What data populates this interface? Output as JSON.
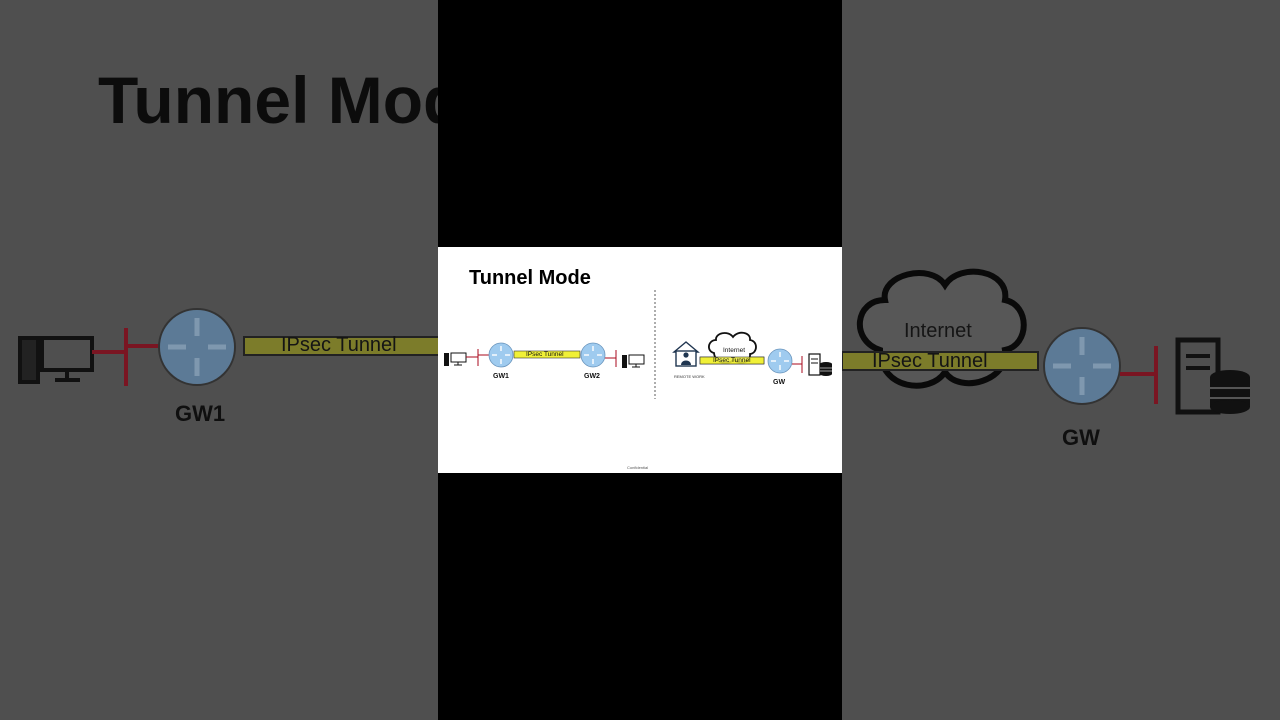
{
  "slide": {
    "title": "Tunnel Mode",
    "left_diagram": {
      "gateway_1_label": "GW1",
      "gateway_2_label": "GW2",
      "tunnel_label": "IPsec Tunnel"
    },
    "right_diagram": {
      "remote_label": "REMOTE WORK",
      "cloud_label": "Internet",
      "tunnel_label": "IPsec Tunnel",
      "gateway_label": "GW"
    },
    "footer": "Confidential"
  },
  "background": {
    "title": "Tunnel Mod",
    "gateway_left_label": "GW1",
    "tunnel_left_label": "IPsec Tunnel",
    "cloud_label": "Internet",
    "tunnel_right_label": "IPsec Tunnel",
    "gateway_right_label": "GW"
  },
  "colors": {
    "tunnel": "#f0f037",
    "router": "#9fcbef",
    "link": "#a80a1e",
    "background": "#4f4f4f",
    "slide": "#ffffff"
  }
}
